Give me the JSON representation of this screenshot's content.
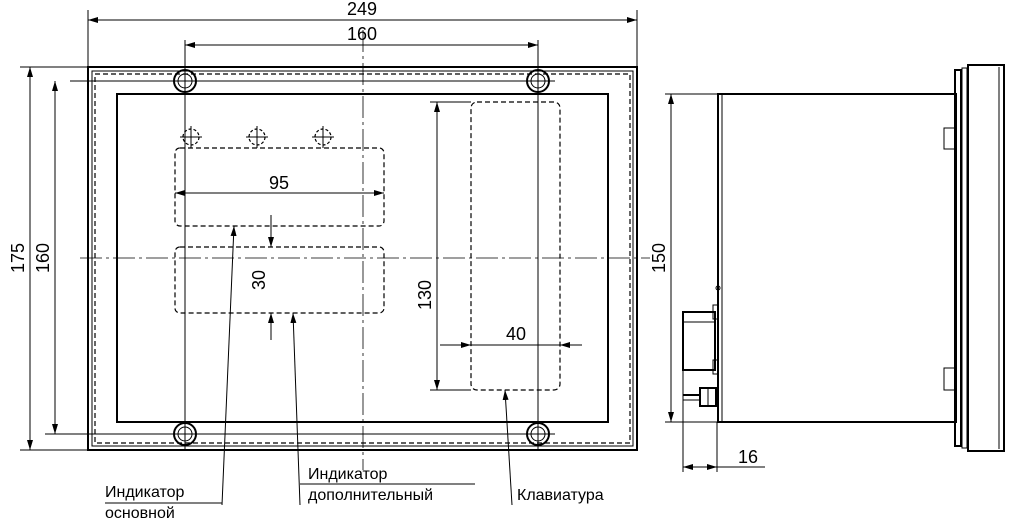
{
  "dimensions": {
    "overall_width": "249",
    "screw_spacing_horizontal": "160",
    "overall_height": "175",
    "screw_spacing_vertical": "160",
    "main_indicator_width": "95",
    "indicator_gap": "30",
    "keyboard_height": "130",
    "keyboard_width": "40",
    "side_height": "150",
    "connector_depth": "16"
  },
  "labels": {
    "main_indicator_line1": "Индикатор",
    "main_indicator_line2": "основной",
    "extra_indicator_line1": "Индикатор",
    "extra_indicator_line2": "дополнительный",
    "keyboard": "Клавиатура"
  }
}
